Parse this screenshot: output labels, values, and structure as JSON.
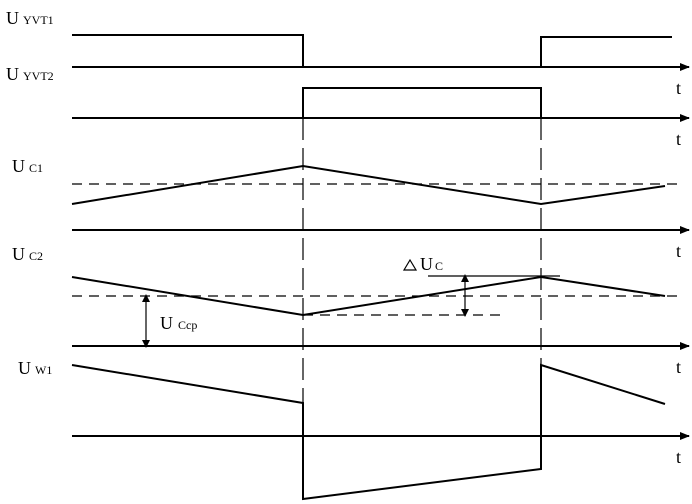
{
  "labels": {
    "u_yvt1": {
      "main": "U",
      "sub": "YVT1"
    },
    "u_yvt2": {
      "main": "U",
      "sub": "YVT2"
    },
    "u_c1": {
      "main": "U",
      "sub": "C1"
    },
    "u_c2": {
      "main": "U",
      "sub": "C2"
    },
    "u_w1": {
      "main": "U",
      "sub": "W1"
    },
    "delta_uc": {
      "main": "U",
      "sub": "C"
    },
    "u_ccp": {
      "main": "U",
      "sub": "Ccp"
    }
  },
  "time_axis_label": "t"
}
